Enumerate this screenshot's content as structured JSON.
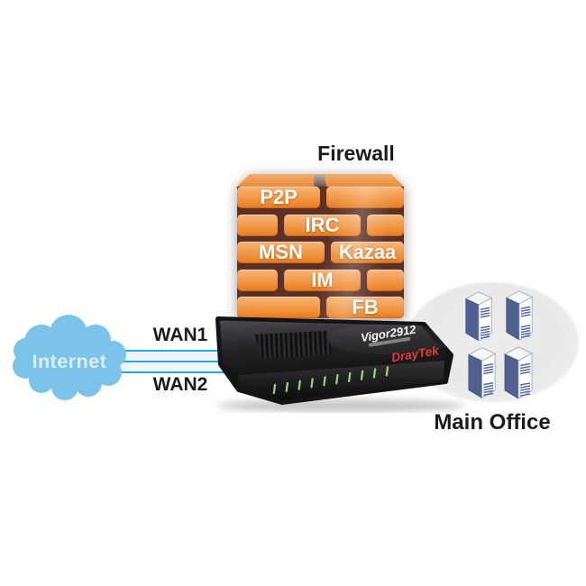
{
  "labels": {
    "firewall": "Firewall",
    "internet": "Internet",
    "wan1": "WAN1",
    "wan2": "WAN2",
    "main_office": "Main Office"
  },
  "firewall_bricks": {
    "p2p": "P2P",
    "irc": "IRC",
    "msn": "MSN",
    "kazaa": "Kazaa",
    "im": "IM",
    "fb": "FB"
  },
  "router": {
    "model": "Vigor2912",
    "brand": "DrayTek"
  },
  "main_office": {
    "server_count": 4
  },
  "colors": {
    "brick_orange": "#ee8126",
    "mortar": "#5d3026",
    "cloud_blue": "#7cc3ea",
    "cloud_text": "#dceefa",
    "wan_line_blue": "#2ba6e0",
    "wan_fill": "#ebf5fc",
    "router_body": "#1b1b1d",
    "router_brand_red": "#e43d35",
    "led_green": "#9fe473",
    "office_ellipse_gray": "#ebebeb",
    "server_front_blue": "#4e6191",
    "label_black": "#1b1b1b"
  }
}
